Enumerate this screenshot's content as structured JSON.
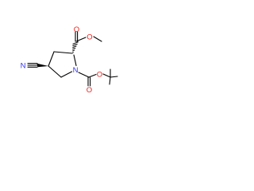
{
  "molecule": {
    "atoms": {
      "ring_nitrogen": "N",
      "nitrile_nitrogen": "N",
      "ester_carbonyl_oxygen": "O",
      "ester_ether_oxygen": "O",
      "boc_carbonyl_oxygen": "O",
      "boc_ether_oxygen": "O"
    },
    "colors": {
      "oxygen": "#e8221e",
      "nitrogen": "#3232ee",
      "bond": "#000000"
    }
  }
}
